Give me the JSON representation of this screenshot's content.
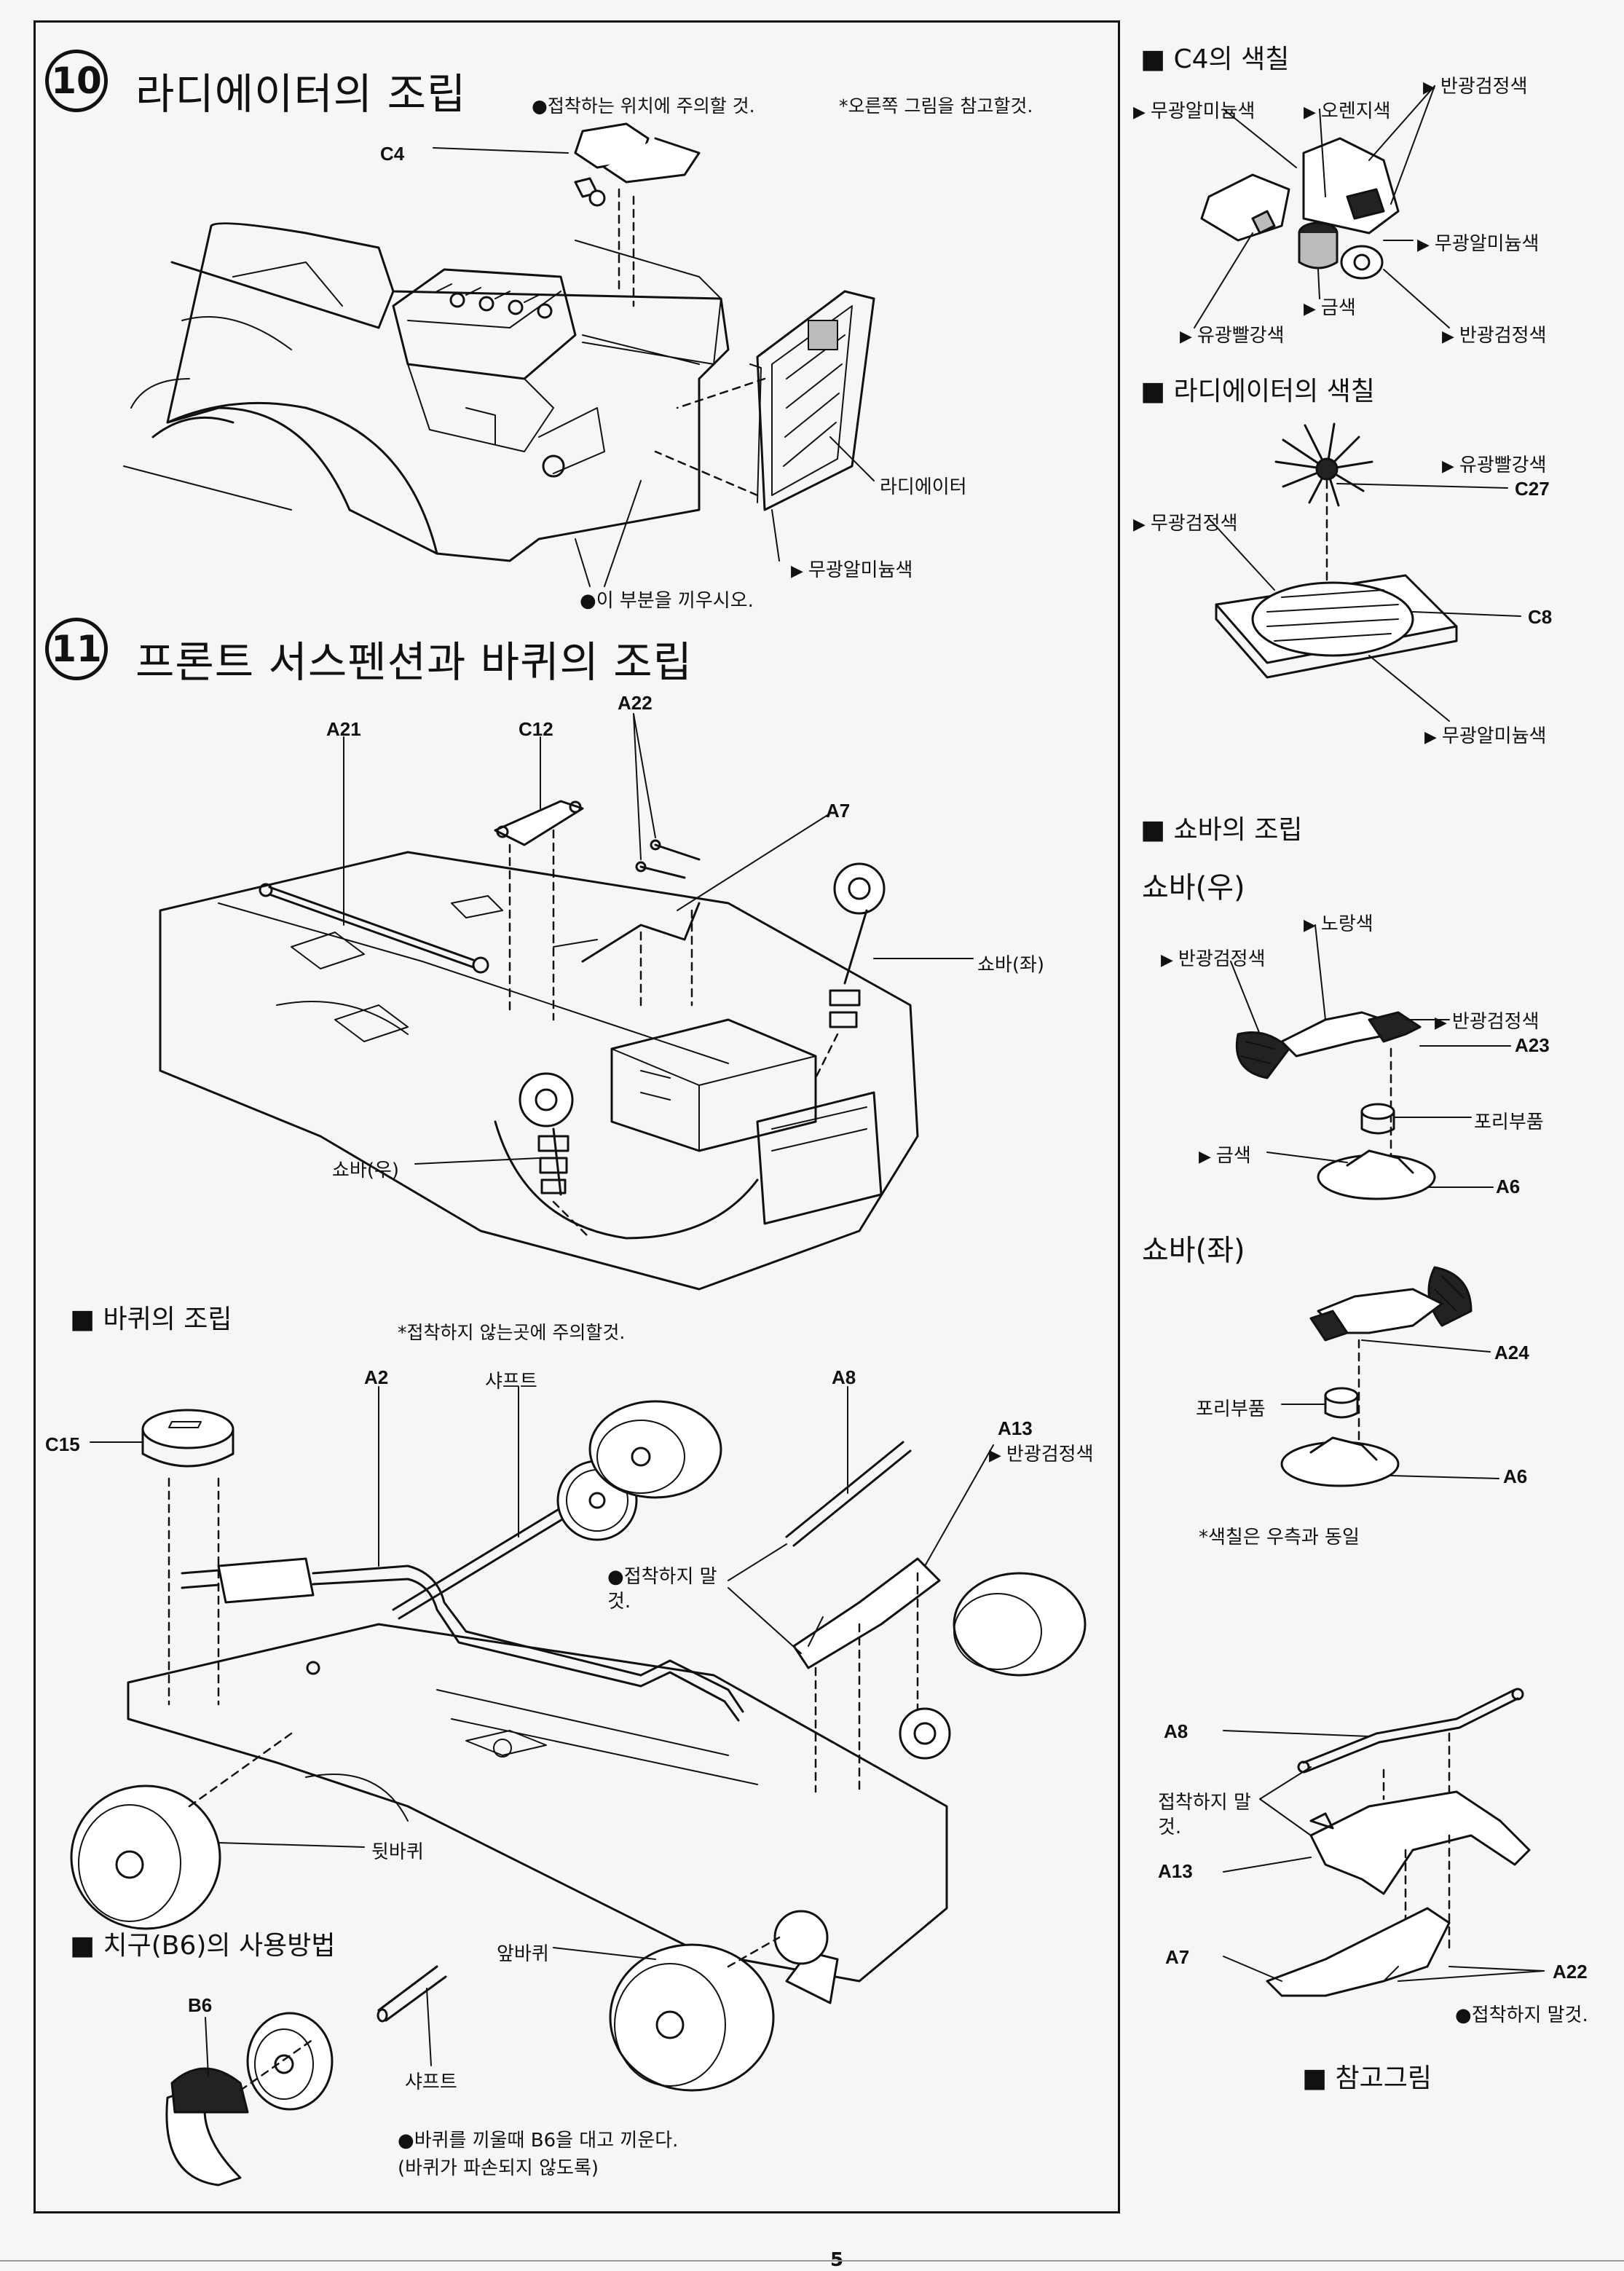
{
  "page_number": "5",
  "step10": {
    "number": "10",
    "title": "라디에이터의 조립",
    "note1": "접착하는 위치에 주의할 것.",
    "note2": "*오른쪽 그림을 참고할것.",
    "part_c4": "C4",
    "radiator_label": "라디에이터",
    "radiator_color": "무광알미늄색",
    "insert_note": "이 부분을 끼우시오."
  },
  "step11": {
    "number": "11",
    "title": "프론트 서스펜션과 바퀴의 조립",
    "parts": {
      "a21": "A21",
      "c12": "C12",
      "a22": "A22",
      "a7": "A7"
    },
    "shock_left": "쇼바(좌)",
    "shock_right": "쇼바(우)"
  },
  "wheel_section": {
    "title": "바퀴의 조립",
    "note": "*접착하지 않는곳에 주의할것.",
    "parts": {
      "c15": "C15",
      "a2": "A2",
      "shaft": "샤프트",
      "a8": "A8",
      "a13": "A13"
    },
    "a13_color": "반광검정색",
    "no_glue": "접착하지 말것.",
    "rear_wheel": "뒷바퀴",
    "front_wheel": "앞바퀴"
  },
  "tool_section": {
    "title": "치구(B6)의 사용방법",
    "b6": "B6",
    "shaft": "샤프트",
    "note_line1": "바퀴를 끼울때 B6을 대고 끼운다.",
    "note_line2": "(바퀴가 파손되지 않도록)"
  },
  "c4_paint": {
    "title": "C4의 색칠",
    "matte_aluminum_1": "무광알미늄색",
    "orange": "오렌지색",
    "semi_gloss_black_1": "반광검정색",
    "matte_aluminum_2": "무광알미늄색",
    "gold": "금색",
    "gloss_red": "유광빨강색",
    "semi_gloss_black_2": "반광검정색"
  },
  "radiator_paint": {
    "title": "라디에이터의 색칠",
    "gloss_red": "유광빨강색",
    "c27": "C27",
    "matte_black": "무광검정색",
    "c8": "C8",
    "matte_aluminum": "무광알미늄색"
  },
  "shock_section": {
    "title": "쇼바의 조립",
    "right_title": "쇼바(우)",
    "yellow": "노랑색",
    "semi_gloss_black_1": "반광검정색",
    "semi_gloss_black_2": "반광검정색",
    "a23": "A23",
    "poly_part_1": "포리부품",
    "gold": "금색",
    "a6_1": "A6",
    "left_title": "쇼바(좌)",
    "a24": "A24",
    "poly_part_2": "포리부품",
    "a6_2": "A6",
    "same_paint_note": "*색칠은 우측과 동일"
  },
  "reference": {
    "a8": "A8",
    "no_glue_1": "접착하지 말것.",
    "a13": "A13",
    "a7": "A7",
    "a22": "A22",
    "no_glue_2": "접착하지 말것.",
    "title": "참고그림"
  }
}
